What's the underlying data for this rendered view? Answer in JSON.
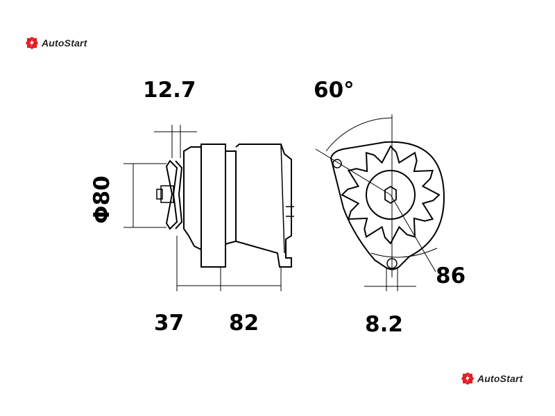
{
  "brand": {
    "name": "AutoStart",
    "color": "#e41e26"
  },
  "dimensions": {
    "pulley_width": "12.7",
    "angle": "60°",
    "pulley_diameter": "Φ80",
    "front_length": "37",
    "body_length": "82",
    "mount_hole": "8.2",
    "radius": "86"
  }
}
